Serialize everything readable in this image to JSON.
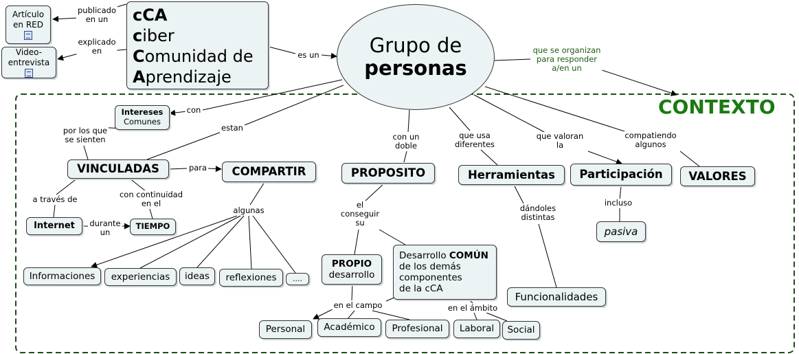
{
  "center": {
    "line1": "Grupo de",
    "line2": "personas"
  },
  "cca": {
    "lines": [
      {
        "initial": "cCA",
        "rest": ""
      },
      {
        "initial": "c",
        "rest": "iber"
      },
      {
        "initial": "C",
        "rest": "omunidad de"
      },
      {
        "initial": "A",
        "rest": "prendizaje"
      }
    ]
  },
  "context_title": "CONTEXTO",
  "nodes": {
    "articulo": "Artículo\nen RED",
    "video": "Video-\nentrevista",
    "intereses_bold": "Intereses",
    "intereses_rest": "Comunes",
    "vinculadas": "VINCULADAS",
    "compartir": "COMPARTIR",
    "internet": "Internet",
    "tiempo": "TIEMPO",
    "informaciones": "Informaciones",
    "experiencias": "experiencias",
    "ideas": "ideas",
    "reflexiones": "reflexiones",
    "dots": "....",
    "proposito": "PROPOSITO",
    "propio_bold": "PROPIO",
    "propio_rest": "desarrollo",
    "comun_pre": "Desarrollo ",
    "comun_bold": "COMÚN",
    "comun_rest": "de los demás\ncomponentes\nde la cCA",
    "personal": "Personal",
    "academico": "Académico",
    "profesional": "Profesional",
    "laboral": "Laboral",
    "social": "Social",
    "herramientas": "Herramientas",
    "funcionalidades": "Funcionalidades",
    "participacion": "Participación",
    "pasiva": "pasiva",
    "valores": "VALORES"
  },
  "labels": {
    "publicado": "publicado\nen un",
    "explicado": "explicado\nen",
    "es_un": "es un",
    "organizan": "que se organizan\npara responder\na/en un",
    "con": "con",
    "estan": "estan",
    "por_los_que": "por los que\nse sienten",
    "para": "para",
    "a_traves": "a través de",
    "continuidad": "con continuidad\nen el",
    "durante": "durante\nun",
    "algunas": "algunas",
    "con_un_doble": "con un\ndoble",
    "el_conseguir": "el\nconseguir\nsu",
    "en_el_campo": "en el campo",
    "en_el_ambito": "en el ámbito",
    "que_usa": "que usa\ndiferentes",
    "dandoles": "dándoles\ndistintas",
    "que_valoran": "que valoran\nla",
    "incluso": "incluso",
    "compatiendo": "compatiendo\nalgunos"
  },
  "colors": {
    "node_fill": "#ecf3f4",
    "context_border": "#1f4a1a",
    "context_title": "#1a7a12",
    "green_label": "#1e5c12"
  }
}
